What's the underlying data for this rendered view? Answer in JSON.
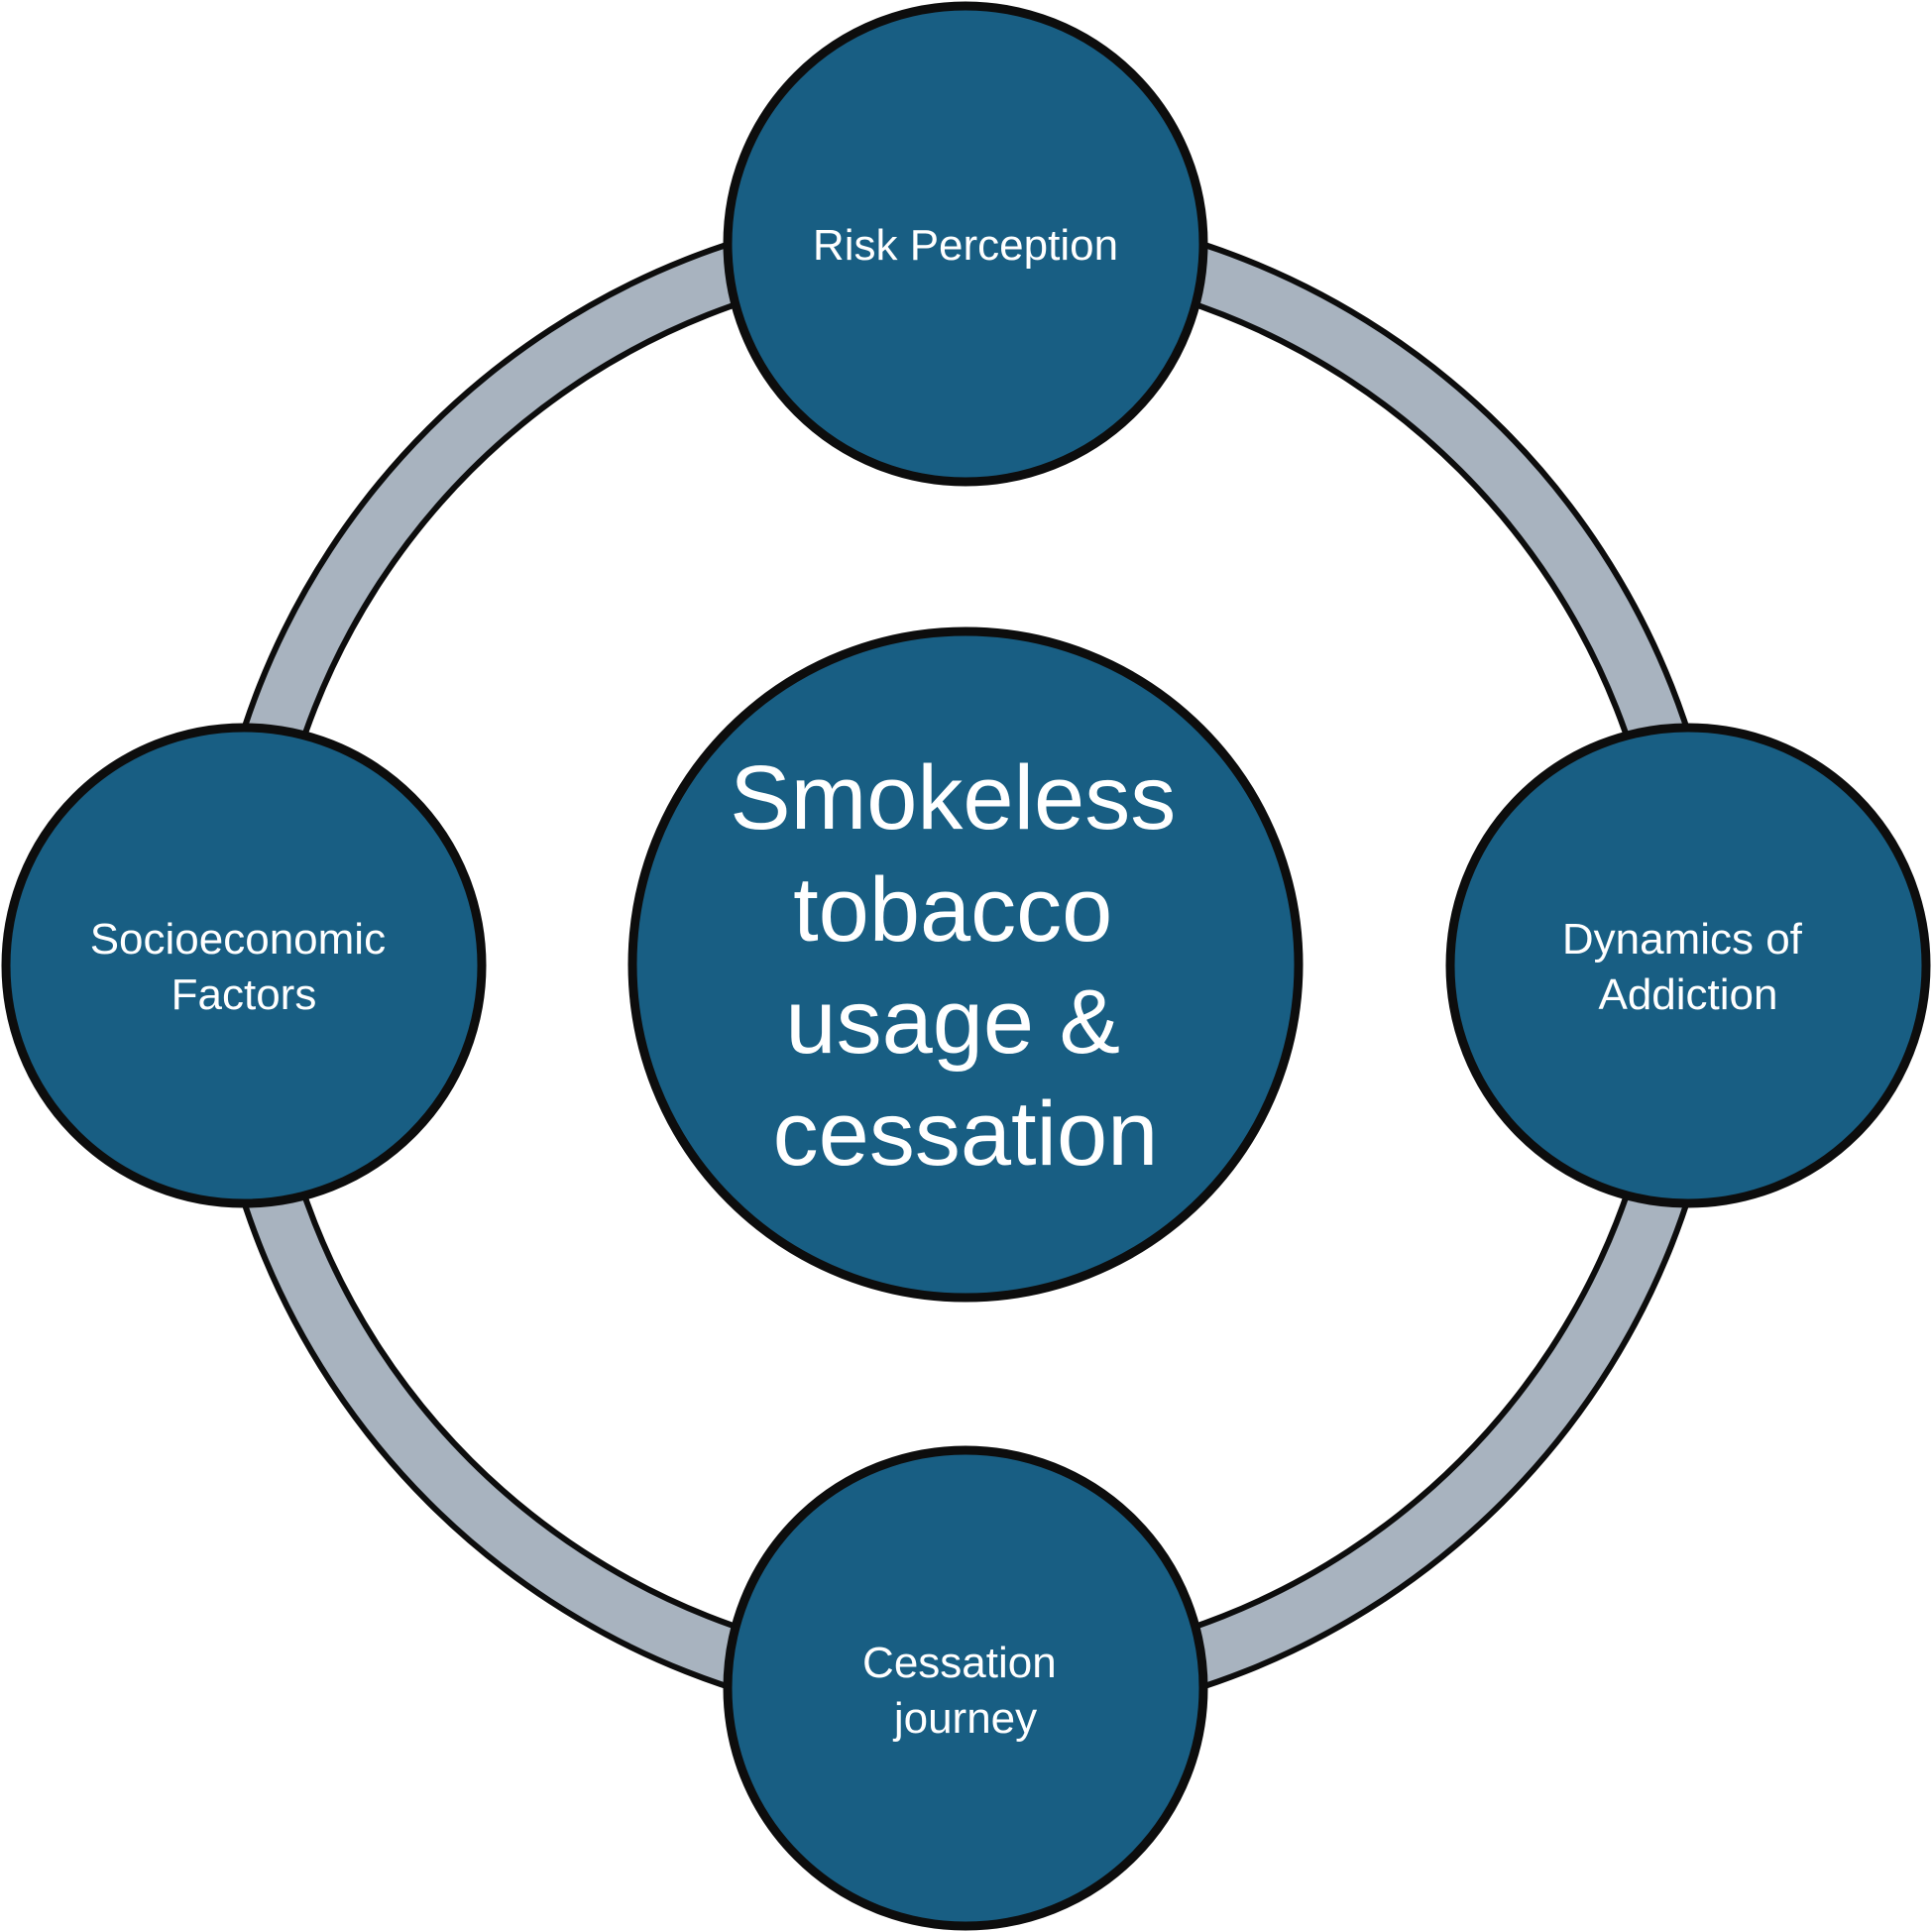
{
  "colors": {
    "node_fill": "#185e83",
    "node_stroke": "#0d0d0d",
    "ring_fill": "#a8b3bf",
    "text": "#ffffff",
    "background": "#ffffff"
  },
  "center": {
    "lines": [
      "Smokeless",
      "tobacco",
      "usage &",
      "cessation"
    ]
  },
  "nodes": {
    "top": {
      "lines": [
        "Risk Perception"
      ]
    },
    "right": {
      "lines": [
        "Dynamics of",
        "Addiction"
      ]
    },
    "bottom": {
      "lines": [
        "Cessation",
        "journey"
      ]
    },
    "left": {
      "lines": [
        "Socioeconomic",
        "Factors"
      ]
    }
  }
}
